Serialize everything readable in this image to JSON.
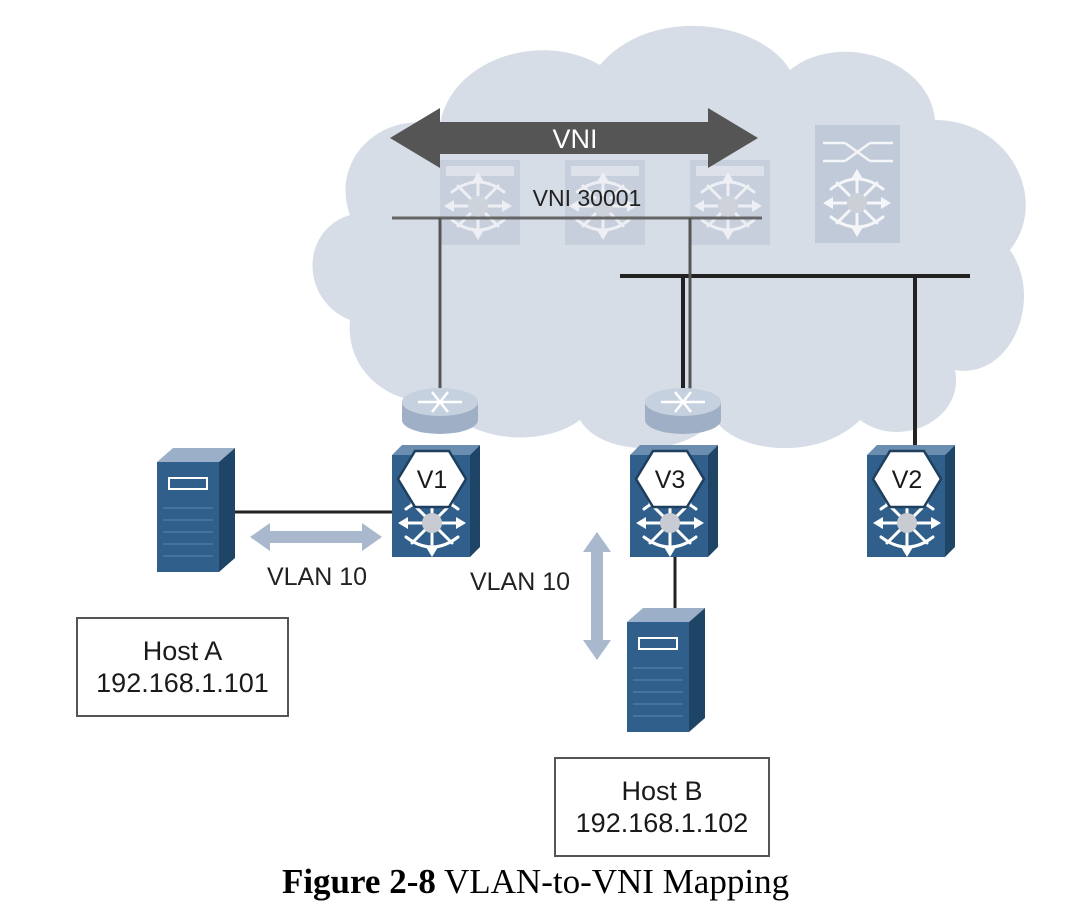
{
  "diagram": {
    "vni_arrow_label": "VNI",
    "vni_segment_label": "VNI 30001",
    "vtep_labels": {
      "v1": "V1",
      "v3": "V3",
      "v2": "V2"
    },
    "vlan_labels": {
      "host_a_link": "VLAN 10",
      "host_b_link": "VLAN 10"
    },
    "hosts": {
      "a": {
        "name": "Host A",
        "ip": "192.168.1.101"
      },
      "b": {
        "name": "Host B",
        "ip": "192.168.1.102"
      }
    },
    "colors": {
      "cloud": "#d7dde7",
      "switch_blue": "#2f5f8a",
      "switch_ghost": "#b9c4d3",
      "router": "#b8c5d6",
      "arrow": "#a9b8cc",
      "vni_arrow": "#555555"
    }
  },
  "caption": {
    "figure_number": "Figure 2-8",
    "title": "VLAN-to-VNI Mapping"
  }
}
